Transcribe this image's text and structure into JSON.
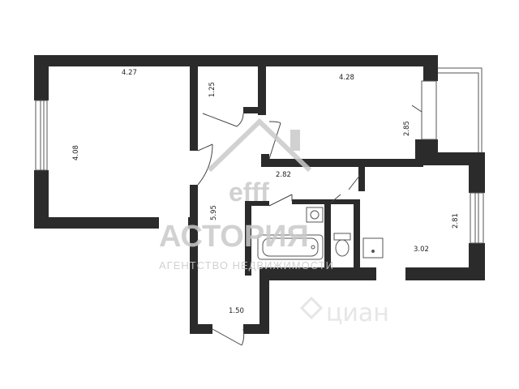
{
  "dimensions": {
    "room_left_width": "4.27",
    "room_left_height": "4.08",
    "closet_width": "1.25",
    "room_right_width": "4.28",
    "room_right_height": "2.85",
    "corridor_width": "2.82",
    "hall_length": "5.95",
    "kitchen_height": "2.81",
    "kitchen_width": "3.02",
    "entry_width": "1.50"
  },
  "watermark": {
    "brand": "АСТОРИЯ",
    "tagline": "АГЕНТСТВО НЕДВИЖИМОСТИ",
    "monogram": "efff"
  },
  "site_watermark": "циан",
  "colors": {
    "wall": "#2b2b2b",
    "watermark": "#c9c9c9",
    "line": "#555555"
  }
}
